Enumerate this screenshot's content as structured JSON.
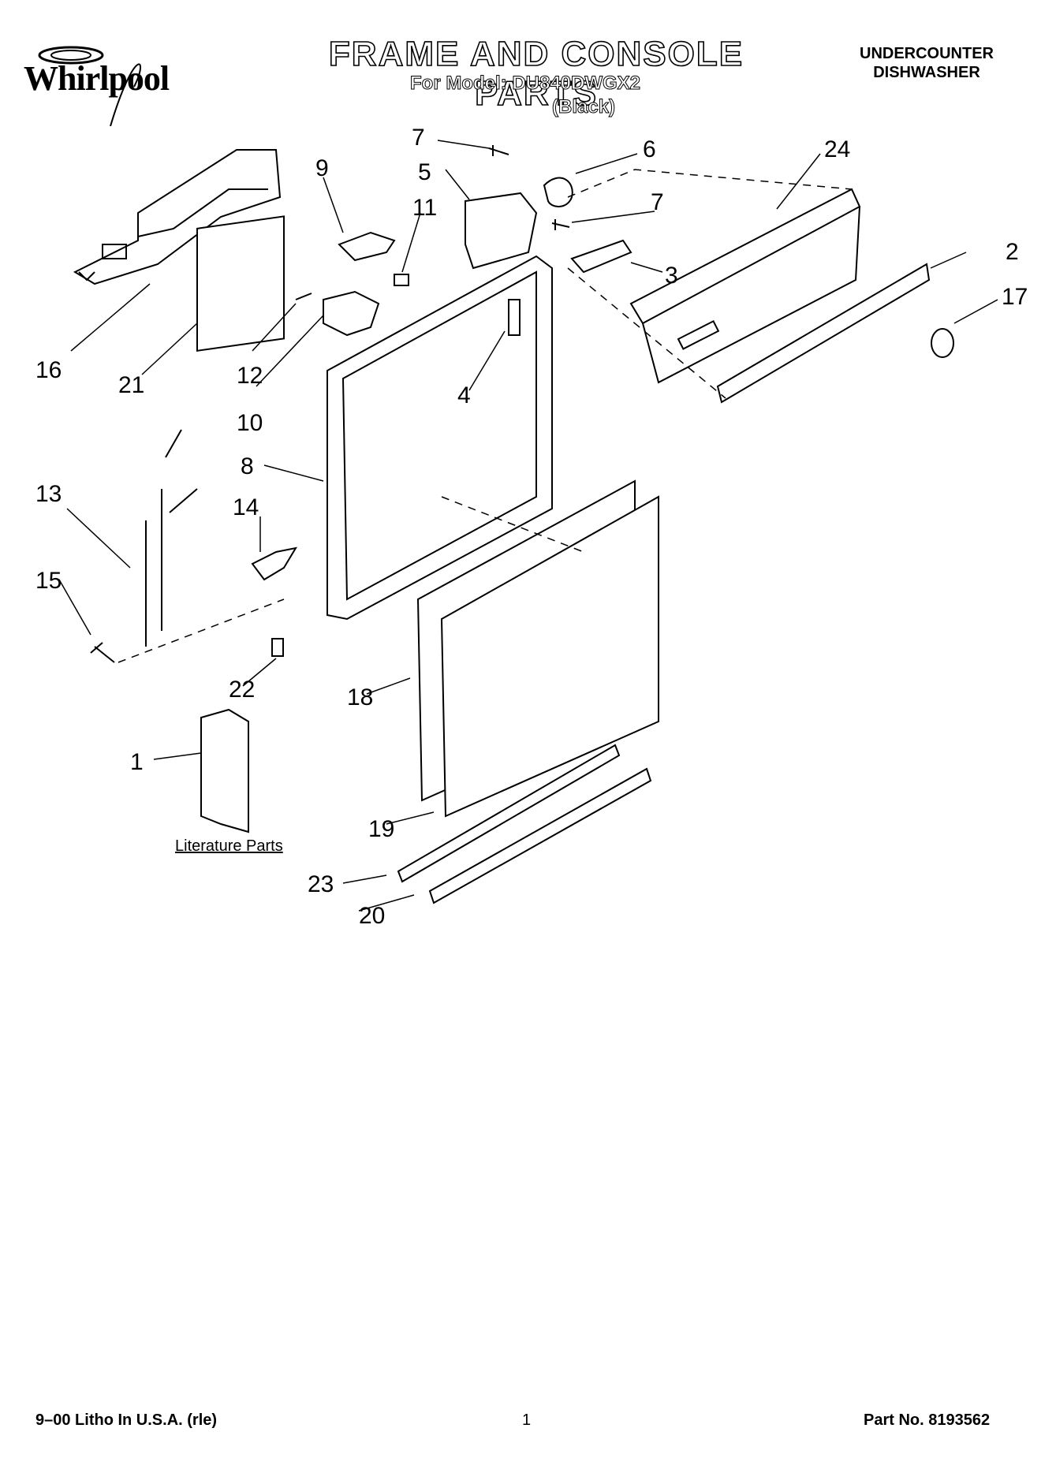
{
  "header": {
    "brand": "Whirlpool",
    "title": "FRAME AND CONSOLE PARTS",
    "model_line": "For Model: DU840DWGX2",
    "variant": "(Black)",
    "product_line1": "UNDERCOUNTER",
    "product_line2": "DISHWASHER"
  },
  "callouts": [
    "7",
    "6",
    "24",
    "9",
    "5",
    "11",
    "7",
    "2",
    "3",
    "17",
    "16",
    "21",
    "12",
    "4",
    "10",
    "8",
    "13",
    "14",
    "15",
    "22",
    "18",
    "1",
    "19",
    "23",
    "20"
  ],
  "literature_label": "Literature Parts",
  "footer": {
    "left": "9–00 Litho In U.S.A. (rle)",
    "page": "1",
    "part_no": "Part No. 8193562"
  }
}
